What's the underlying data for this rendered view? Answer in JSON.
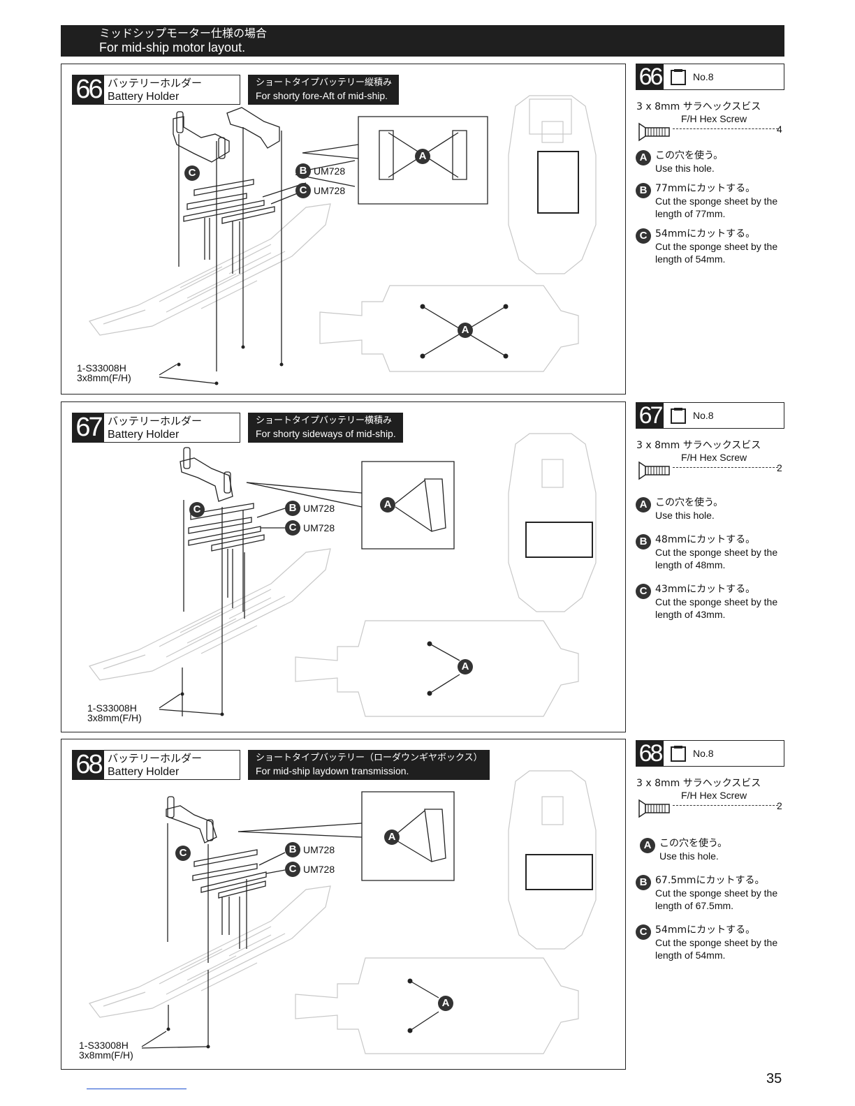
{
  "banner": {
    "jp": "ミッドシップモーター仕様の場合",
    "en": "For mid-ship motor layout."
  },
  "steps": [
    {
      "number": "66",
      "title_jp": "バッテリーホルダー",
      "title_en": "Battery Holder",
      "note_jp": "ショートタイプバッテリー縦積み",
      "note_en": "For shorty fore-Aft of mid-ship.",
      "label_b": "UM728",
      "label_c": "UM728",
      "screw_part": "1-S33008H",
      "screw_size": "3x8mm(F/H)",
      "bag": "No.8",
      "screw_jp": "3 x 8mm サラヘックスビス",
      "screw_en": "F/H Hex Screw",
      "screw_qty": "4",
      "instructions": [
        {
          "letter": "A",
          "jp": "この穴を使う。",
          "en": "Use this hole."
        },
        {
          "letter": "B",
          "jp": "77mmにカットする。",
          "en": "Cut the sponge sheet by the length of 77mm."
        },
        {
          "letter": "C",
          "jp": "54mmにカットする。",
          "en": "Cut the sponge sheet by the length of 54mm."
        }
      ]
    },
    {
      "number": "67",
      "title_jp": "バッテリーホルダー",
      "title_en": "Battery Holder",
      "note_jp": "ショートタイプバッテリー横積み",
      "note_en": "For shorty sideways of mid-ship.",
      "label_b": "UM728",
      "label_c": "UM728",
      "screw_part": "1-S33008H",
      "screw_size": "3x8mm(F/H)",
      "bag": "No.8",
      "screw_jp": "3 x 8mm サラヘックスビス",
      "screw_en": "F/H Hex Screw",
      "screw_qty": "2",
      "instructions": [
        {
          "letter": "A",
          "jp": "この穴を使う。",
          "en": "Use this hole."
        },
        {
          "letter": "B",
          "jp": "48mmにカットする。",
          "en": "Cut the sponge sheet by the length of 48mm."
        },
        {
          "letter": "C",
          "jp": "43mmにカットする。",
          "en": "Cut the sponge sheet by the length of 43mm."
        }
      ]
    },
    {
      "number": "68",
      "title_jp": "バッテリーホルダー",
      "title_en": "Battery Holder",
      "note_jp": "ショートタイプバッテリー（ローダウンギヤボックス）",
      "note_en": "For mid-ship laydown transmission.",
      "label_b": "UM728",
      "label_c": "UM728",
      "screw_part": "1-S33008H",
      "screw_size": "3x8mm(F/H)",
      "bag": "No.8",
      "screw_jp": "3 x 8mm サラヘックスビス",
      "screw_en": "F/H Hex Screw",
      "screw_qty": "2",
      "instructions": [
        {
          "letter": "A",
          "jp": "この穴を使う。",
          "en": "Use this hole."
        },
        {
          "letter": "B",
          "jp": "67.5mmにカットする。",
          "en": "Cut the sponge sheet by the length of 67.5mm."
        },
        {
          "letter": "C",
          "jp": "54mmにカットする。",
          "en": "Cut the sponge sheet by the length of 54mm."
        }
      ]
    }
  ],
  "page_number": "35"
}
